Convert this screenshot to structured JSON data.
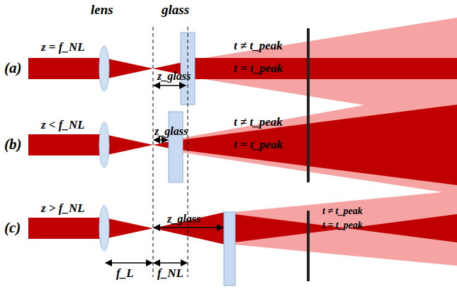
{
  "diagram": {
    "labels": [
      "lens",
      "glass",
      "(a)",
      "z = f_NL",
      "z_glass",
      "t ≠ t_peak",
      "t = t_peak",
      "(b)",
      "z < f_NL",
      "z_glass",
      "t ≠ t_peak",
      "t = t_peak",
      "(c)",
      "z > f_NL",
      "z_glass",
      "t ≠ t_peak",
      "t = t_peak",
      "f_L",
      "f_NL"
    ]
  }
}
